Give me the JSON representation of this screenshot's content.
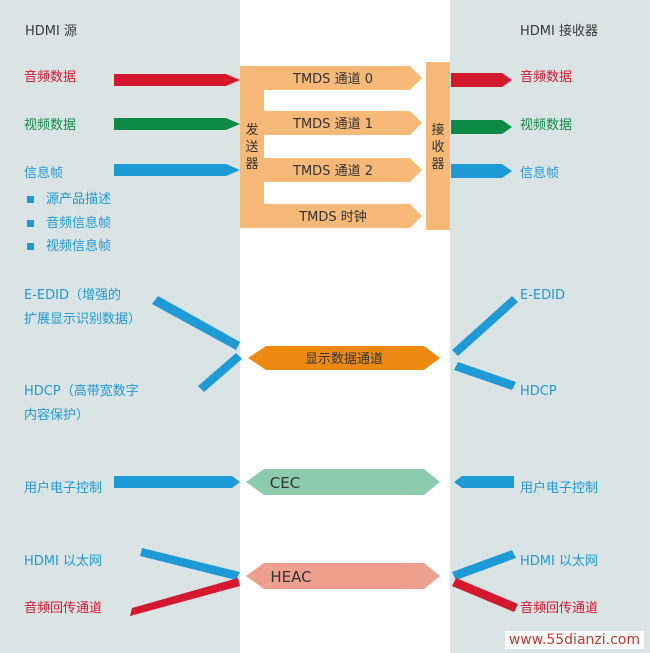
{
  "left": {
    "title": "HDMI 源",
    "audio": "音频数据",
    "video": "视频数据",
    "infoframe": "信息帧",
    "sub_items": [
      "源产品描述",
      "音频信息帧",
      "视频信息帧"
    ],
    "edid_line1": "E-EDID（增强的",
    "edid_line2": "扩展显示识别数据）",
    "hdcp_line1": "HDCP（高带宽数字",
    "hdcp_line2": "内容保护）",
    "cec": "用户电子控制",
    "ethernet": "HDMI 以太网",
    "arc": "音频回传通道"
  },
  "right": {
    "title": "HDMI 接收器",
    "audio": "音频数据",
    "video": "视频数据",
    "infoframe": "信息帧",
    "edid": "E-EDID",
    "hdcp": "HDCP",
    "cec": "用户电子控制",
    "ethernet": "HDMI 以太网",
    "arc": "音频回传通道"
  },
  "center": {
    "tmds0": "TMDS 通道 0",
    "tmds1": "TMDS 通道 1",
    "tmds2": "TMDS 通道 2",
    "clock": "TMDS 时钟",
    "transmitter": "发送器",
    "receiver": "接收器",
    "ddc": "显示数据通道",
    "cec": "CEC",
    "heac": "HEAC"
  },
  "watermark": "www.55dianzi.com",
  "colors": {
    "panel": "#dbe4e4",
    "red": "#d4182e",
    "green": "#0e8a47",
    "blue": "#1e9ad6",
    "tmds": "#f7b978",
    "ddc": "#ee8a12",
    "cec": "#8cccac",
    "heac": "#eea08e"
  }
}
